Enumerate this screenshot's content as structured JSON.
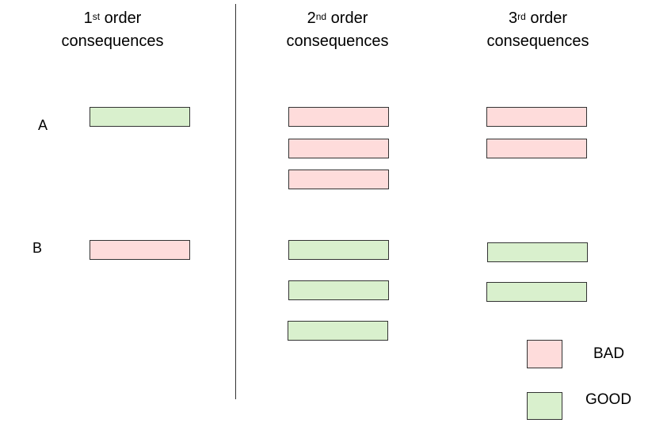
{
  "columns": [
    {
      "num": "1",
      "sup": "st",
      "word": "order",
      "line2": "consequences"
    },
    {
      "num": "2",
      "sup": "nd",
      "word": "order",
      "line2": "consequences"
    },
    {
      "num": "3",
      "sup": "rd",
      "word": "order",
      "line2": "consequences"
    }
  ],
  "rows": [
    {
      "label": "A",
      "col1": [
        "good"
      ],
      "col2": [
        "bad",
        "bad",
        "bad"
      ],
      "col3": [
        "bad",
        "bad"
      ]
    },
    {
      "label": "B",
      "col1": [
        "bad"
      ],
      "col2": [
        "good",
        "good",
        "good"
      ],
      "col3": [
        "good",
        "good"
      ]
    }
  ],
  "legend": [
    {
      "kind": "bad",
      "label": "BAD"
    },
    {
      "kind": "good",
      "label": "GOOD"
    }
  ],
  "colors": {
    "bad": "#fedcdb",
    "good": "#d9f0cd",
    "border": "#333333"
  }
}
